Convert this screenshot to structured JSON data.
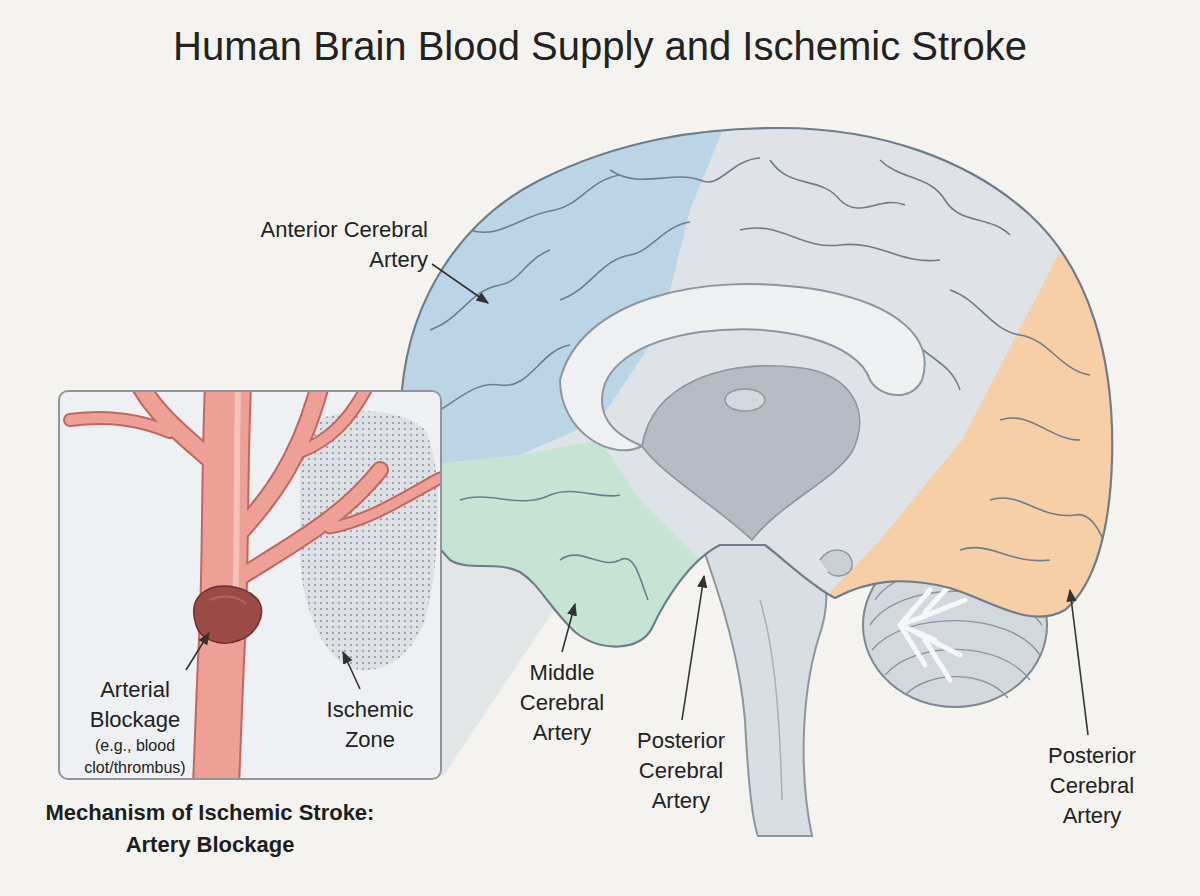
{
  "diagram": {
    "title": "Human Brain Blood Supply and Ischemic Stroke",
    "nodes": [
      {
        "text": [
          "Mechanism of Ischemic Stroke: Artery Blockage"
        ]
      }
    ],
    "labels": [
      "Anterior Cerebral Artery",
      "Middle Cerebral Artery",
      "Posterior Cerebral Artery",
      "Posterior Cerebral Artery",
      "Arterial Blockage",
      "(e.g., blood clot/thrombus)",
      "Ischemic Zone"
    ]
  }
}
